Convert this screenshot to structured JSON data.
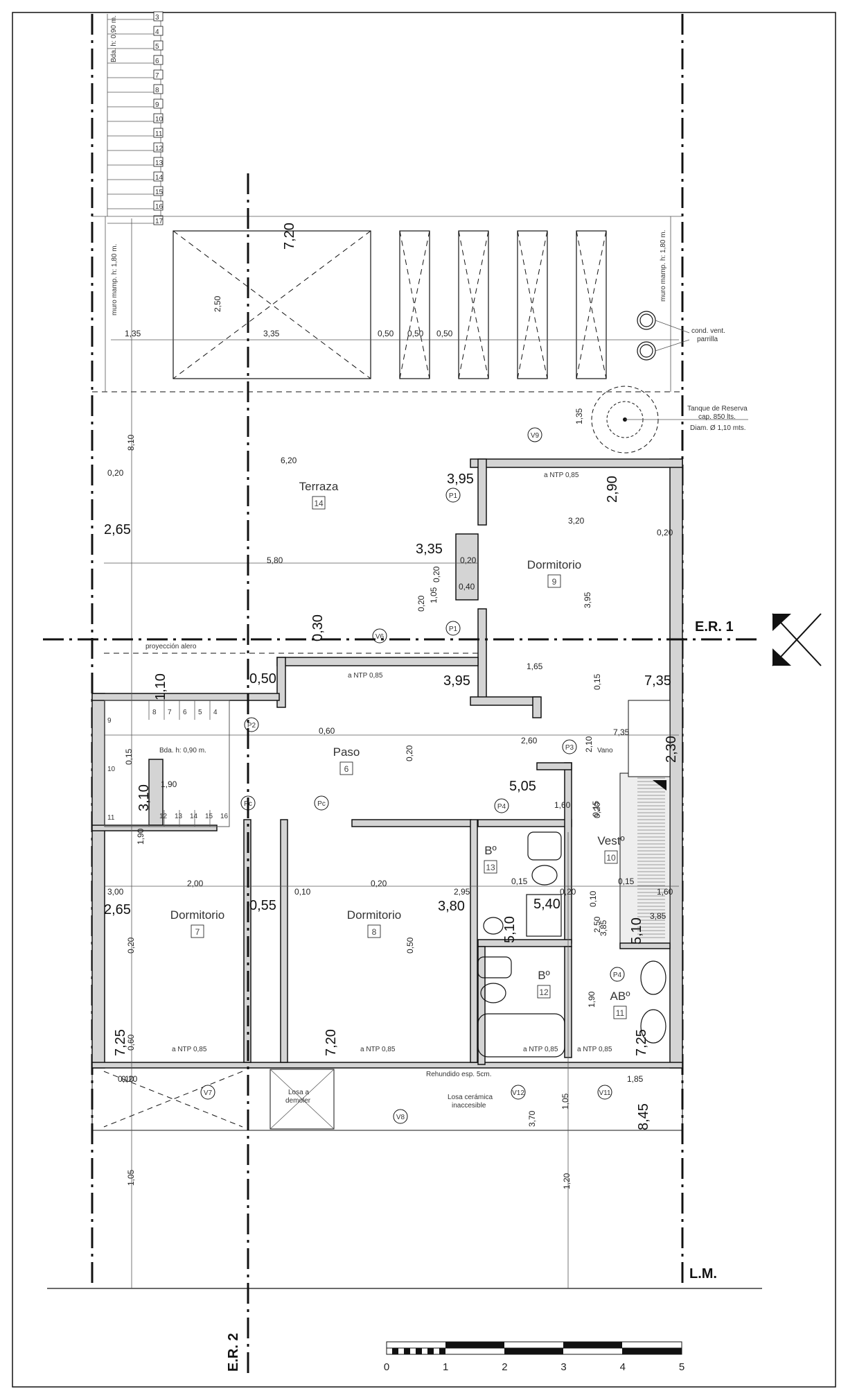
{
  "sections": {
    "er1": "E.R. 1",
    "er2": "E.R. 2",
    "lm": "L.M."
  },
  "rooms": [
    {
      "name": "Terraza",
      "num": "14"
    },
    {
      "name": "Dormitorio",
      "num": "9"
    },
    {
      "name": "Paso",
      "num": "6"
    },
    {
      "name": "Dormitorio",
      "num": "7"
    },
    {
      "name": "Dormitorio",
      "num": "8"
    },
    {
      "name": "Bº",
      "num": "13"
    },
    {
      "name": "Vestº",
      "num": "10"
    },
    {
      "name": "Bº",
      "num": "12"
    },
    {
      "name": "ABº",
      "num": "11"
    }
  ],
  "labels": {
    "stair_top": "Bda. h: 0,90 m.",
    "muro_left": "muro mamp. h: 1,80 m.",
    "muro_right": "muro mamp. h: 1,80 m.",
    "cond_vent_1": "cond. vent.",
    "cond_vent_2": "parrilla",
    "tanque_1": "Tanque de Reserva",
    "tanque_2": "cap. 850 lts.",
    "tanque_3": "Diam. Ø 1,10 mts.",
    "proyeccion": "proyección alero",
    "stair_mid": "Bda. h: 0,90 m.",
    "rehundido": "Rehundido esp. 5cm.",
    "losa_ceramica_1": "Losa cerámica",
    "losa_ceramica_2": "inaccesible",
    "losa_demoler_1": "Losa a",
    "losa_demoler_2": "demoler",
    "ntp_1": "a NTP 0,85",
    "ntp_2": "a NTP 0,85",
    "ntp_3": "a NTP 0,85",
    "ntp_4": "a NTP 0,85",
    "ntp_5": "a NTP 0,85",
    "ntp_6": "a NTP 0,85",
    "vano": "Vano"
  },
  "top_stair_numbers": [
    "3",
    "4",
    "5",
    "6",
    "7",
    "8",
    "9",
    "10",
    "11",
    "12",
    "13",
    "14",
    "15",
    "16",
    "17"
  ],
  "mid_stair_top": [
    "8",
    "7",
    "6",
    "5",
    "4"
  ],
  "mid_stair_bottom": [
    "12",
    "13",
    "14",
    "15",
    "16"
  ],
  "mid_stair_left": [
    "9",
    "10",
    "11"
  ],
  "openings": [
    "V9",
    "P1",
    "P1",
    "V6",
    "P2",
    "P3",
    "P4",
    "Pc",
    "Pc",
    "P4",
    "V7",
    "V8",
    "V12",
    "V11"
  ],
  "level_marks": [
    "7,20",
    "3,95",
    "3,35",
    "0,30",
    "3,95",
    "7,35",
    "2,90",
    "2,65",
    "1,10",
    "0,50",
    "3,10",
    "5,05",
    "2,30",
    "3,80",
    "5,40",
    "5,10",
    "2,65",
    "0,55",
    "5,10",
    "7,25",
    "7,20",
    "7,25",
    "8,45"
  ],
  "dims": [
    "1,35",
    "3,35",
    "0,50",
    "0,50",
    "0,50",
    "2,50",
    "8,10",
    "6,20",
    "0,20",
    "1,35",
    "5,80",
    "0,20",
    "3,20",
    "0,20",
    "0,40",
    "0,20",
    "1,05",
    "0,20",
    "3,95",
    "1,65",
    "0,15",
    "0,60",
    "0,20",
    "7,35",
    "2,60",
    "2,10",
    "0,15",
    "1,90",
    "1,90",
    "2,00",
    "0,20",
    "0,10",
    "3,00",
    "2,95",
    "0,15",
    "0,20",
    "0,15",
    "1,60",
    "1,60",
    "0,15",
    "0,20",
    "0,50",
    "0,10",
    "3,85",
    "3,85",
    "1,90",
    "0,60",
    "0,10",
    "1,85",
    "0,20",
    "1,05",
    "1,05",
    "3,70",
    "1,20",
    "0,20",
    "2,50",
    "0,10",
    "0,10"
  ],
  "scale": {
    "labels": [
      "0",
      "1",
      "2",
      "3",
      "4",
      "5"
    ]
  }
}
